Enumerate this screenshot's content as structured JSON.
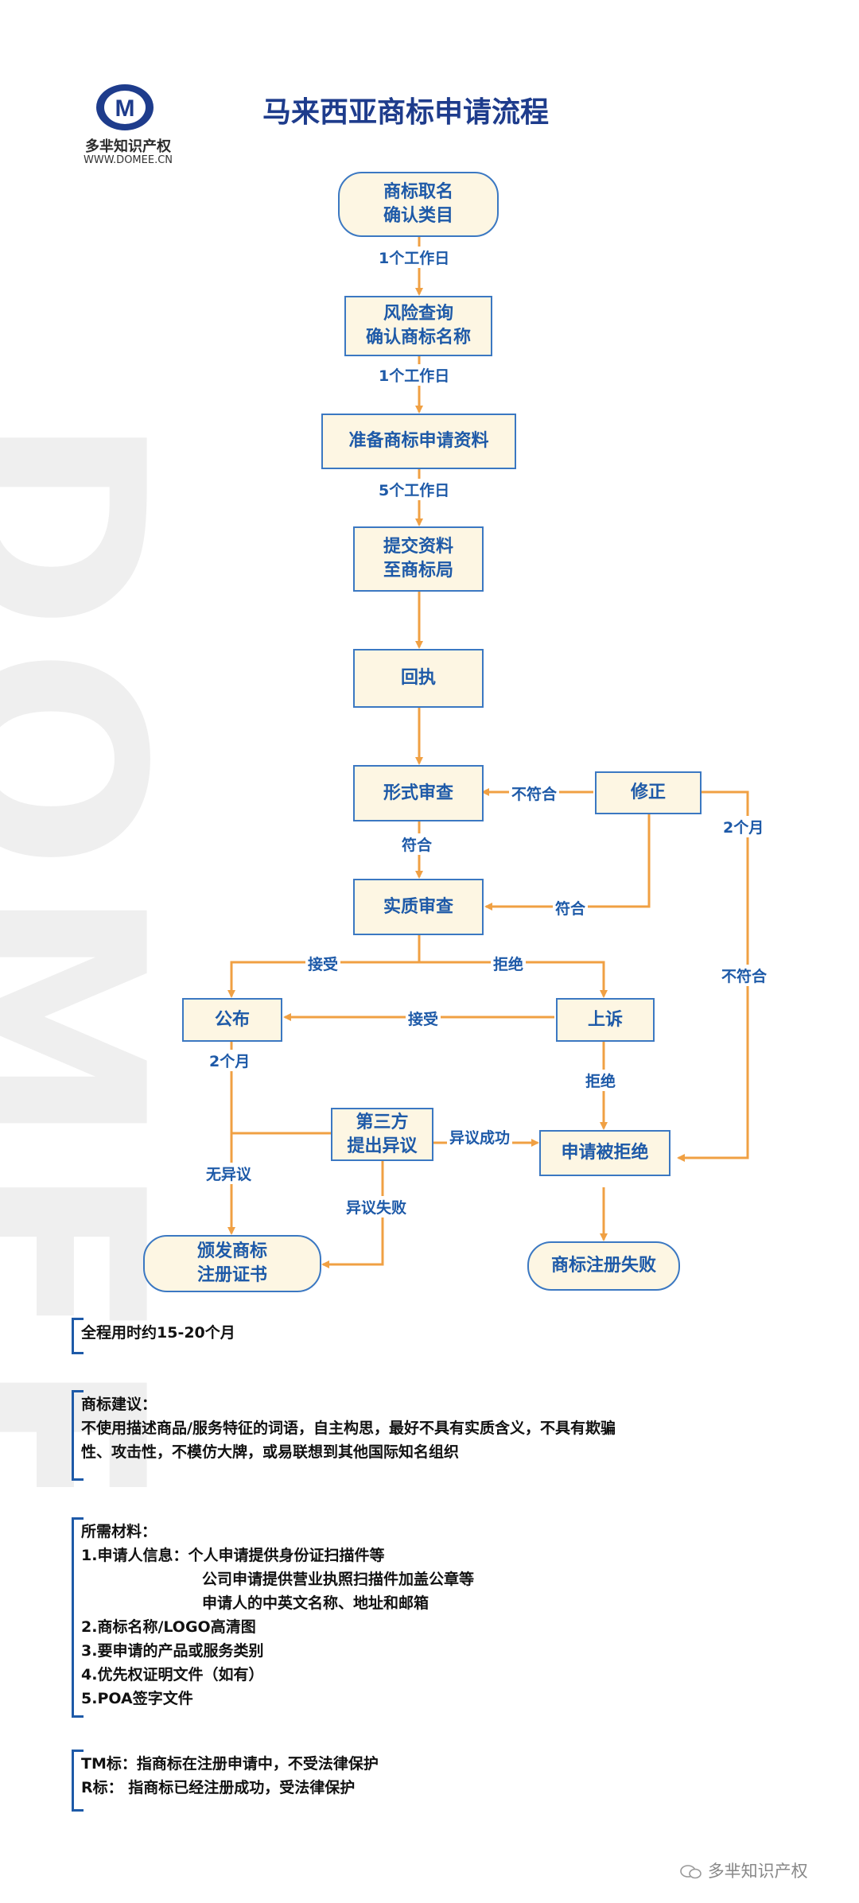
{
  "logo": {
    "mark": "M",
    "name": "多芈知识产权",
    "url": "WWW.DOMEE.CN",
    "watermark": "DOMEE",
    "brand_color": "#1e3c8c"
  },
  "title": "马来西亚商标申请流程",
  "colors": {
    "box_border": "#3b78c2",
    "box_fill": "#fdf6e3",
    "arrow": "#f0a043",
    "text": "#1e5aa8"
  },
  "nodes": {
    "step1": "商标取名\n确认类目",
    "step2": "风险查询\n确认商标名称",
    "step3": "准备商标申请资料",
    "step4": "提交资料\n至商标局",
    "step5": "回执",
    "formal_review": "形式审查",
    "correction": "修正",
    "substantive_review": "实质审查",
    "publication": "公布",
    "appeal": "上诉",
    "third_party": "第三方\n提出异议",
    "rejected": "申请被拒绝",
    "certificate": "颁发商标\n注册证书",
    "failed": "商标注册失败"
  },
  "edge_labels": {
    "d1": "1个工作日",
    "d2": "1个工作日",
    "d3": "5个工作日",
    "fail_formal": "不符合",
    "pass_formal": "符合",
    "correct_pass": "符合",
    "correct_months": "2个月",
    "correct_fail": "不符合",
    "accept": "接受",
    "reject": "拒绝",
    "appeal_accept": "接受",
    "pub_months": "2个月",
    "appeal_reject": "拒绝",
    "no_opposition": "无异议",
    "opposition_success": "异议成功",
    "opposition_fail": "异议失败"
  },
  "notes": {
    "duration": "全程用时约15-20个月",
    "advice_title": "商标建议：",
    "advice_line1": "不使用描述商品/服务特征的词语，自主构思，最好不具有实质含义，不具有欺骗",
    "advice_line2": "性、攻击性，不模仿大牌，或易联想到其他国际知名组织",
    "materials": [
      "所需材料：",
      "1.申请人信息：个人申请提供身份证扫描件等",
      "公司申请提供营业执照扫描件加盖公章等",
      "申请人的中英文名称、地址和邮箱",
      "2.商标名称/LOGO高清图",
      "3.要申请的产品或服务类别",
      "4.优先权证明文件（如有）",
      "5.POA签字文件"
    ],
    "tm_line": "TM标：指商标在注册申请中，不受法律保护",
    "r_line": "R标：    指商标已经注册成功，受法律保护"
  },
  "wechat": {
    "icon": "wechat-icon",
    "account": "多芈知识产权"
  }
}
